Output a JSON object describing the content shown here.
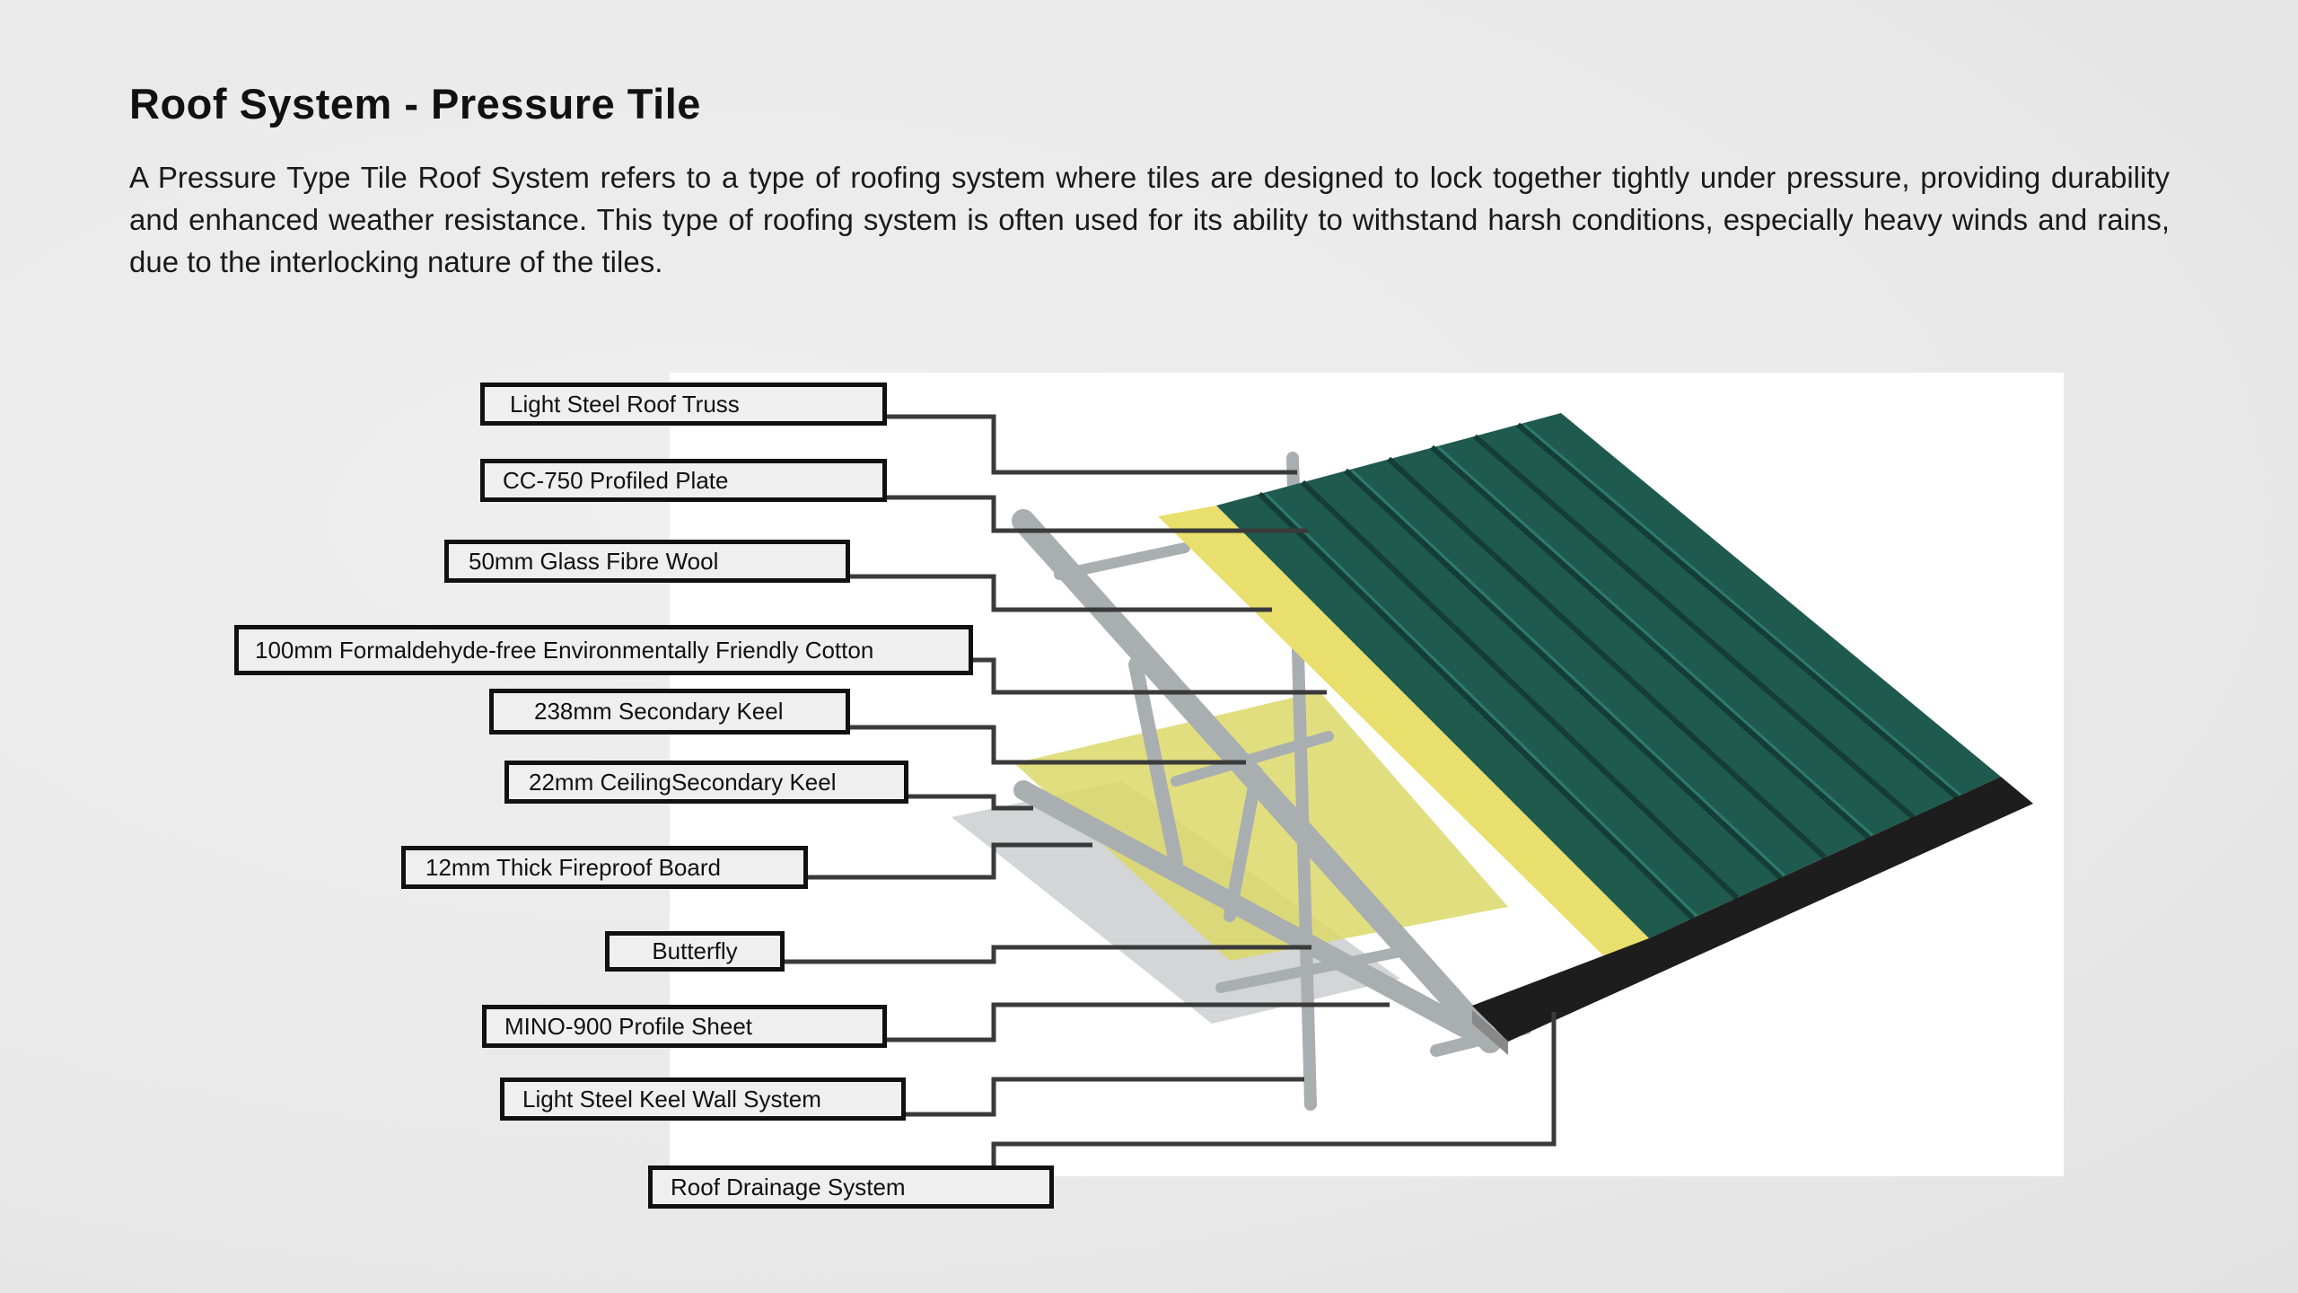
{
  "title": "Roof System - Pressure Tile",
  "description": "A Pressure Type Tile Roof System refers to a type of roofing system where tiles are designed to lock together tightly under pressure, providing durability and enhanced weather resistance. This type of roofing system is often used for its ability to withstand harsh conditions, especially heavy winds and rains, due to the interlocking nature of the tiles.",
  "labels": [
    "Light Steel Roof Truss",
    "CC-750 Profiled Plate",
    "50mm Glass Fibre Wool",
    "100mm Formaldehyde-free Environmentally Friendly Cotton",
    "238mm Secondary Keel",
    "22mm CeilingSecondary Keel",
    "12mm Thick Fireproof Board",
    "Butterfly",
    "MINO-900 Profile Sheet",
    "Light Steel Keel Wall System",
    "Roof Drainage System"
  ],
  "colors": {
    "roof_panel": "#1f5a4f",
    "insulation": "#e6dc6a",
    "frame": "#b8bcbe",
    "label_bg": "#efefef"
  }
}
